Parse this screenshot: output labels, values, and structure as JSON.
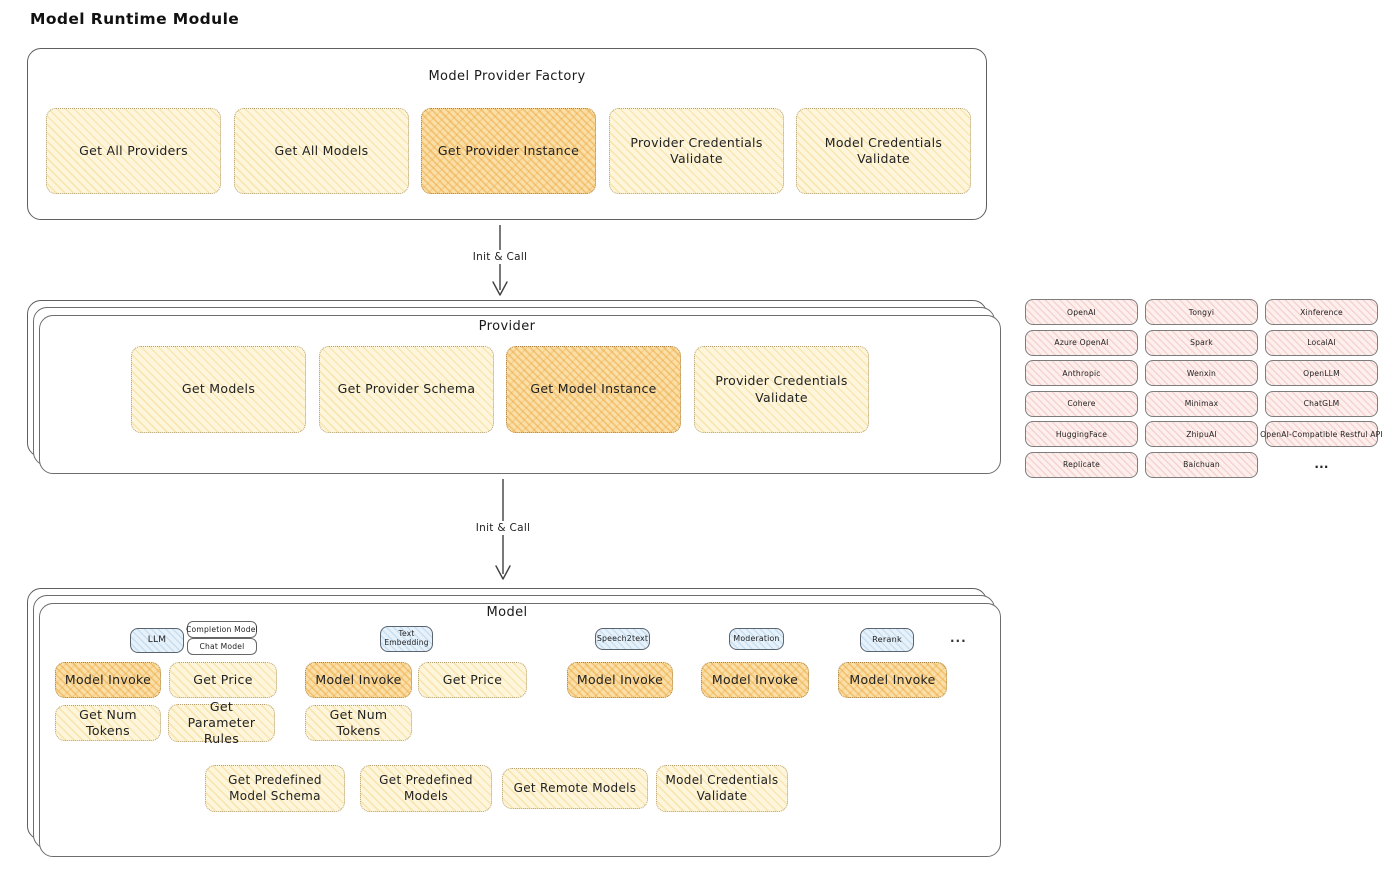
{
  "title": "Model Runtime Module",
  "arrows": {
    "label1": "Init & Call",
    "label2": "Init & Call"
  },
  "factory": {
    "title": "Model Provider Factory",
    "boxes": [
      {
        "label": "Get All Providers",
        "highlight": false
      },
      {
        "label": "Get All Models",
        "highlight": false
      },
      {
        "label": "Get Provider Instance",
        "highlight": true
      },
      {
        "label": "Provider Credentials Validate",
        "highlight": false
      },
      {
        "label": "Model Credentials Validate",
        "highlight": false
      }
    ]
  },
  "provider": {
    "title": "Provider",
    "boxes": [
      {
        "label": "Get Models",
        "highlight": false
      },
      {
        "label": "Get Provider Schema",
        "highlight": false
      },
      {
        "label": "Get Model Instance",
        "highlight": true
      },
      {
        "label": "Provider Credentials Validate",
        "highlight": false
      }
    ]
  },
  "provider_list": {
    "columns": [
      [
        "OpenAI",
        "Azure OpenAI",
        "Anthropic",
        "Cohere",
        "HuggingFace",
        "Replicate"
      ],
      [
        "Tongyi",
        "Spark",
        "Wenxin",
        "Minimax",
        "ZhipuAI",
        "Baichuan"
      ],
      [
        "Xinference",
        "LocalAI",
        "OpenLLM",
        "ChatGLM",
        "OpenAI-Compatible Restful API"
      ]
    ],
    "more": "..."
  },
  "model": {
    "title": "Model",
    "tags": {
      "llm": "LLM",
      "completion": "Completion Model",
      "chat": "Chat Model",
      "text_embedding": "Text Embedding",
      "speech2text": "Speech2text",
      "moderation": "Moderation",
      "rerank": "Rerank",
      "more": "..."
    },
    "row1": [
      "Model Invoke",
      "Get Price",
      "Model Invoke",
      "Get Price",
      "Model Invoke",
      "Model Invoke",
      "Model Invoke"
    ],
    "row2": [
      "Get Num Tokens",
      "Get Parameter Rules",
      "Get Num Tokens"
    ],
    "row3": [
      "Get Predefined Model Schema",
      "Get Predefined Models",
      "Get Remote Models",
      "Model Credentials Validate"
    ]
  },
  "colors": {
    "node_yellow": "#fdf6dc",
    "node_highlight": "#fae0a8",
    "provider_pink": "#fdefed",
    "tag_blue": "#e7f1fa",
    "stroke": "#5f5f5f"
  }
}
